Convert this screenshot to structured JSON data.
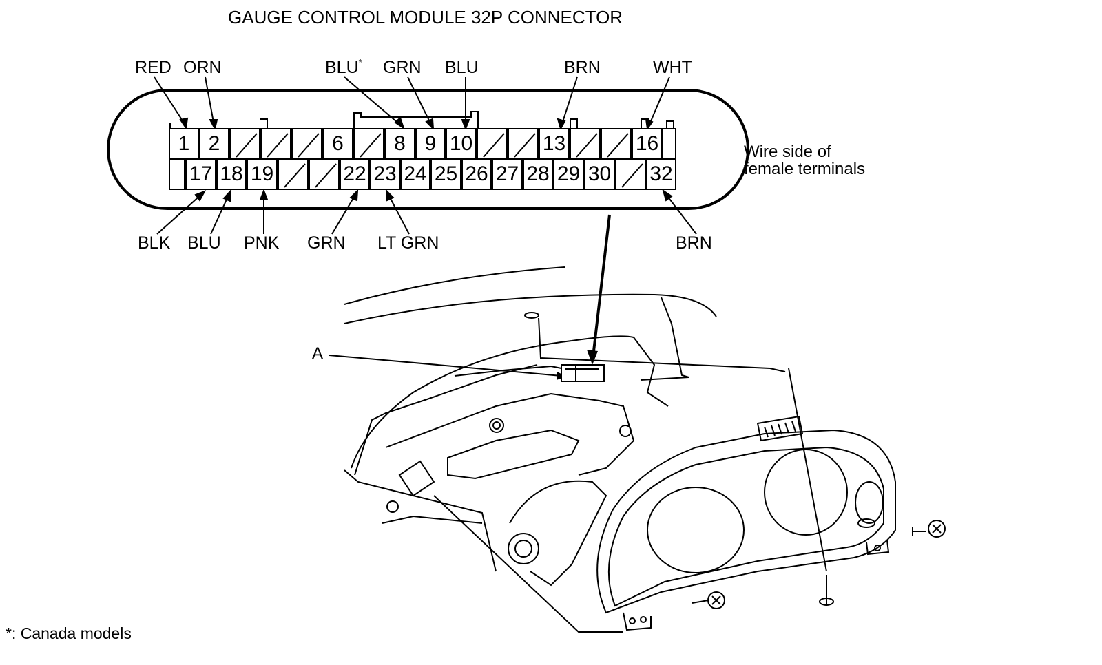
{
  "title": "GAUGE CONTROL MODULE 32P CONNECTOR",
  "connector": {
    "top_row": [
      "1",
      "2",
      "",
      "",
      "",
      "6",
      "",
      "8",
      "9",
      "10",
      "",
      "",
      "13",
      "",
      "",
      "16"
    ],
    "bottom_row": [
      "",
      "17",
      "18",
      "19",
      "",
      "",
      "22",
      "23",
      "24",
      "25",
      "26",
      "27",
      "28",
      "29",
      "30",
      "",
      "32"
    ]
  },
  "wire_colors_top": {
    "t1": "RED",
    "t2": "ORN",
    "t8": "BLU",
    "t8_mark": "*",
    "t9": "GRN",
    "t10": "BLU",
    "t13": "BRN",
    "t16": "WHT"
  },
  "wire_colors_bottom": {
    "t17": "BLK",
    "t18": "BLU",
    "t19": "PNK",
    "t22": "GRN",
    "t23": "LT GRN",
    "t32": "BRN"
  },
  "view_label": [
    "Wire side of",
    "female terminals"
  ],
  "callout_a": "A",
  "footnote": "*: Canada models"
}
